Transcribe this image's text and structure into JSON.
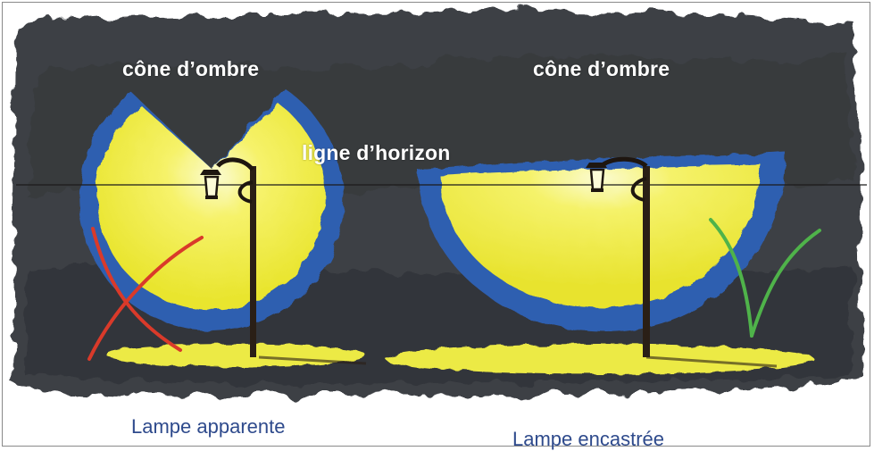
{
  "labels": {
    "cone_left": "cône d’ombre",
    "cone_right": "cône d’ombre",
    "horizon": "ligne d’horizon",
    "lamp_left": "Lampe apparente",
    "lamp_right": "Lampe encastrée"
  },
  "colors": {
    "night_sky": "#3a3d42",
    "light_yellow": "#f1ee3c",
    "halo_blue": "#2f5fb0",
    "ground_yellow": "#ecea45",
    "post": "#2a1f16",
    "reject_mark": "#d93a2a",
    "approve_mark": "#4fb34a",
    "caption_blue": "#2e4a8c"
  },
  "icons": {
    "left_mark": "cross-mark",
    "right_mark": "check-mark"
  }
}
